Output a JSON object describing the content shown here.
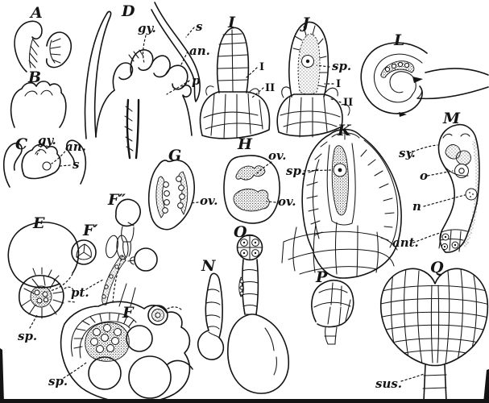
{
  "colors": {
    "ink": "#141414",
    "paper": "#ffffff"
  },
  "figure_labels": [
    {
      "text": "A"
    },
    {
      "text": "B"
    },
    {
      "text": "C"
    },
    {
      "text": "D"
    },
    {
      "text": "E"
    },
    {
      "text": "F″"
    },
    {
      "text": "F′"
    },
    {
      "text": "F"
    },
    {
      "text": "G"
    },
    {
      "text": "H"
    },
    {
      "text": "I"
    },
    {
      "text": "J"
    },
    {
      "text": "K"
    },
    {
      "text": "L"
    },
    {
      "text": "M"
    },
    {
      "text": "N"
    },
    {
      "text": "O"
    },
    {
      "text": "P"
    },
    {
      "text": "Q"
    }
  ],
  "annotations": [
    {
      "text": "gy."
    },
    {
      "text": "s"
    },
    {
      "text": "an."
    },
    {
      "text": "p"
    },
    {
      "text": "gy."
    },
    {
      "text": "an."
    },
    {
      "text": "s"
    },
    {
      "text": "I"
    },
    {
      "text": "II"
    },
    {
      "text": "sp."
    },
    {
      "text": "I"
    },
    {
      "text": "II"
    },
    {
      "text": "ov."
    },
    {
      "text": "ov."
    },
    {
      "text": "ov."
    },
    {
      "text": "sp."
    },
    {
      "text": "sy."
    },
    {
      "text": "o"
    },
    {
      "text": "n"
    },
    {
      "text": "ant."
    },
    {
      "text": "pt."
    },
    {
      "text": "sp."
    },
    {
      "text": "sp."
    },
    {
      "text": "sus."
    }
  ]
}
